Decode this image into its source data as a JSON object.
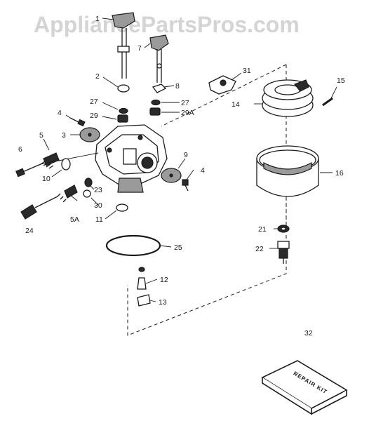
{
  "watermark": "AppliancePartsPros.com",
  "kit_label": "REPAIR KIT",
  "callouts": {
    "c1": "1",
    "c2": "2",
    "c3": "3",
    "c4a": "4",
    "c4b": "4",
    "c5": "5",
    "c5a": "5A",
    "c6": "6",
    "c7": "7",
    "c8": "8",
    "c9": "9",
    "c10": "10",
    "c11": "11",
    "c12": "12",
    "c13": "13",
    "c14": "14",
    "c15": "15",
    "c16": "16",
    "c21": "21",
    "c22": "22",
    "c23": "23",
    "c24": "24",
    "c25": "25",
    "c27a": "27",
    "c27b": "27",
    "c29": "29",
    "c29a": "29A",
    "c30": "30",
    "c31": "31",
    "c32": "32"
  }
}
